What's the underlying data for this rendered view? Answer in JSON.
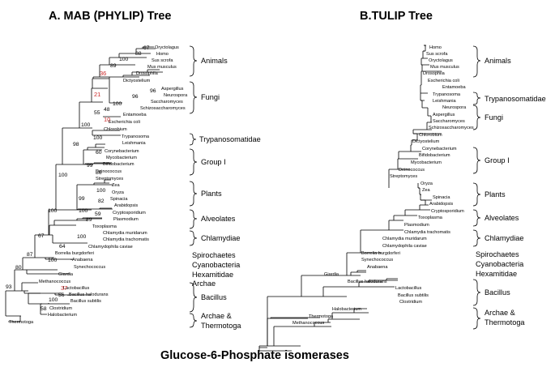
{
  "title_a": "A. MAB (PHYLIP) Tree",
  "title_b": "B.TULIP Tree",
  "caption": "Glucose-6-Phosphate isomerases",
  "colors": {
    "line": "#000000",
    "highlight_bootstrap": "#cc2a2a"
  },
  "tree_a": {
    "leaves": [
      "Oryctolagus",
      "Homo",
      "Sus scrofa",
      "Mus musculus",
      "Drosophila",
      "Dictyostelium",
      "Aspergillus",
      "Neurospora",
      "Saccharomyces",
      "Schizosaccharomyces",
      "Entamoeba",
      "Escherichia coli",
      "Chlorobium",
      "Trypanosoma",
      "Leishmania",
      "Corynebacterium",
      "Mycobacterium",
      "Bifidobacterium",
      "Deinococcus",
      "Streptomyces",
      "Zea",
      "Oryza",
      "Spinacia",
      "Arabidopsis",
      "Cryptosporidium",
      "Plasmodium",
      "Toxoplasma",
      "Chlamydia muridarum",
      "Chlamydia trachomatis",
      "Chlamydophila caviae",
      "Borrelia burgdorferi",
      "Anabaena",
      "Synechococcus",
      "Giardia",
      "Methanococcus",
      "Lactobacillus",
      "Bacillus halodurans",
      "Bacillus subtilis",
      "Clostridium",
      "Halobacterium",
      "Thermotoga"
    ],
    "bootstrap": [
      "67",
      "88",
      "100",
      "89",
      "36",
      "96",
      "96",
      "100",
      "21",
      "48",
      "55",
      "10",
      "100",
      "100",
      "60",
      "99",
      "98",
      "86",
      "100",
      "100",
      "82",
      "99",
      "59",
      "100",
      "89",
      "100",
      "100",
      "64",
      "67",
      "100",
      "87",
      "80",
      "93",
      "37",
      "56",
      "100",
      "58"
    ],
    "groups": [
      "Animals",
      "Fungi",
      "Trypanosomatidae",
      "Group I",
      "Plants",
      "Alveolates",
      "Chlamydiae",
      "Spirochaetes",
      "Cyanobacteria",
      "Hexamitidae",
      "Archae",
      "Bacillus",
      "Archae &",
      "Thermotoga"
    ]
  },
  "tree_b": {
    "leaves": [
      "Homo",
      "Sus scrofa",
      "Oryctolagus",
      "Mus musculus",
      "Drosophila",
      "Escherichia coli",
      "Entamoeba",
      "Trypanosoma",
      "Leishmania",
      "Neurospora",
      "Aspergillus",
      "Saccharomyces",
      "Schizosaccharomyces",
      "Chlorobium",
      "Dictyostelium",
      "Corynebacterium",
      "Bifidobacterium",
      "Mycobacterium",
      "Deinococcus",
      "Streptomyces",
      "Oryza",
      "Zea",
      "Spinacia",
      "Arabidopsis",
      "Cryptosporidium",
      "Toxoplasma",
      "Plasmodium",
      "Chlamydia trachomatis",
      "Chlamydia muridarum",
      "Chlamydophila caviae",
      "Borrelia burgdorferi",
      "Synechococcus",
      "Anabaena",
      "Giardia",
      "Bacillus halodurans",
      "Lactobacillus",
      "Bacillus subtilis",
      "Clostridium",
      "Halobacterium",
      "Thermotoga",
      "Methanococcus"
    ],
    "groups": [
      "Animals",
      "Trypanosomatidae",
      "Fungi",
      "Group I",
      "Plants",
      "Alveolates",
      "Chlamydiae",
      "Spirochaetes",
      "Cyanobacteria",
      "Hexamitidae",
      "Bacillus",
      "Archae &",
      "Thermotoga"
    ]
  }
}
